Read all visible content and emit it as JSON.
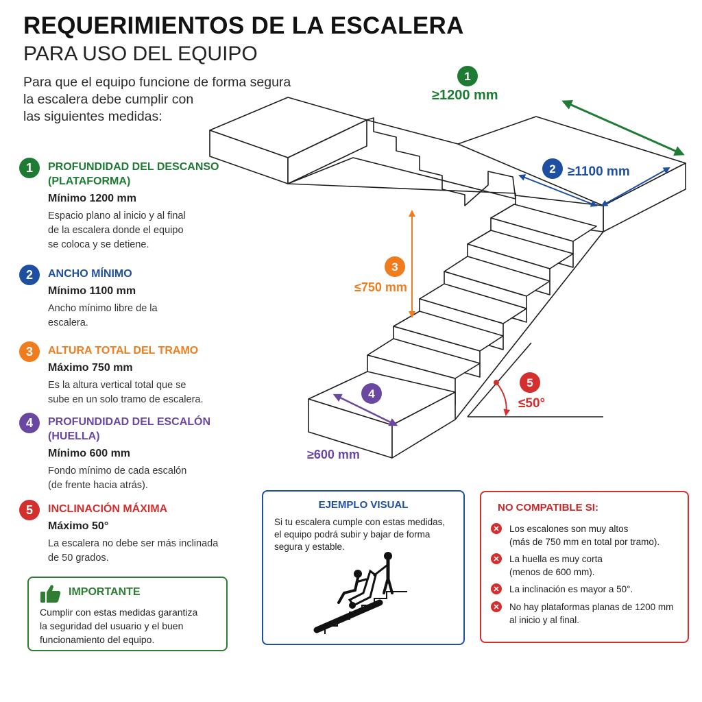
{
  "header": {
    "title": "REQUERIMIENTOS DE LA ESCALERA",
    "subtitle": "PARA USO DEL EQUIPO",
    "intro_lines": [
      "Para que el equipo funcione de forma segura",
      "la escalera debe cumplir con",
      "las siguientes medidas:"
    ]
  },
  "colors": {
    "green": "#1e7b34",
    "blue": "#1f4fa0",
    "orange": "#f07c1e",
    "purple": "#6a47a0",
    "red": "#d32f2f"
  },
  "requirements": [
    {
      "number": "1",
      "heading_lines": [
        "PROFUNDIDAD DEL DESCANSO",
        "(PLATAFORMA)"
      ],
      "minimum": "Mínimo 1200 mm",
      "description_lines": [
        "Espacio plano al inicio y al final",
        "de la escalera donde el equipo",
        "se coloca y se detiene."
      ]
    },
    {
      "number": "2",
      "heading_lines": [
        "ANCHO MÍNIMO"
      ],
      "minimum": "Mínimo 1100 mm",
      "description_lines": [
        "Ancho mínimo libre de la",
        "escalera."
      ]
    },
    {
      "number": "3",
      "heading_lines": [
        "ALTURA TOTAL DEL TRAMO"
      ],
      "minimum": "Máximo 750 mm",
      "description_lines": [
        "Es la altura vertical total que se",
        "sube en un solo tramo de escalera."
      ]
    },
    {
      "number": "4",
      "heading_lines": [
        "PROFUNDIDAD DEL ESCALÓN",
        "(HUELLA)"
      ],
      "minimum": "Mínimo 600 mm",
      "description_lines": [
        "Fondo mínimo de cada escalón",
        "(de frente hacia atrás)."
      ]
    },
    {
      "number": "5",
      "heading_lines": [
        "INCLINACIÓN MÁXIMA"
      ],
      "minimum": "Máximo 50°",
      "description_lines": [
        "La escalera no debe ser más inclinada",
        "de 50 grados."
      ]
    }
  ],
  "diagram": {
    "labels": [
      {
        "number": "1",
        "value": "≥1200 mm"
      },
      {
        "number": "2",
        "value": "≥1100 mm"
      },
      {
        "number": "3",
        "value": "≤750 mm"
      },
      {
        "number": "4",
        "value": "≥600 mm"
      },
      {
        "number": "5",
        "value": "≤50°"
      }
    ]
  },
  "important": {
    "icon": "thumbs-up-icon",
    "title": "IMPORTANTE",
    "lines": [
      "Cumplir con estas medidas garantiza",
      "la seguridad del usuario y el buen",
      "funcionamiento del equipo."
    ]
  },
  "visual_example": {
    "title": "EJEMPLO VISUAL",
    "lines": [
      "Si tu escalera cumple con estas medidas,",
      "el equipo podrá subir y bajar de forma",
      "segura y estable."
    ]
  },
  "not_compatible": {
    "title": "NO COMPATIBLE SI:",
    "items": [
      {
        "lines": [
          "Los escalones son muy altos",
          "(más de 750 mm en total por tramo)."
        ]
      },
      {
        "lines": [
          "La huella es muy corta",
          "(menos de 600 mm)."
        ]
      },
      {
        "lines": [
          "La inclinación es mayor a 50°."
        ]
      },
      {
        "lines": [
          "No hay plataformas planas de 1200 mm",
          "al inicio y al final."
        ]
      }
    ]
  }
}
